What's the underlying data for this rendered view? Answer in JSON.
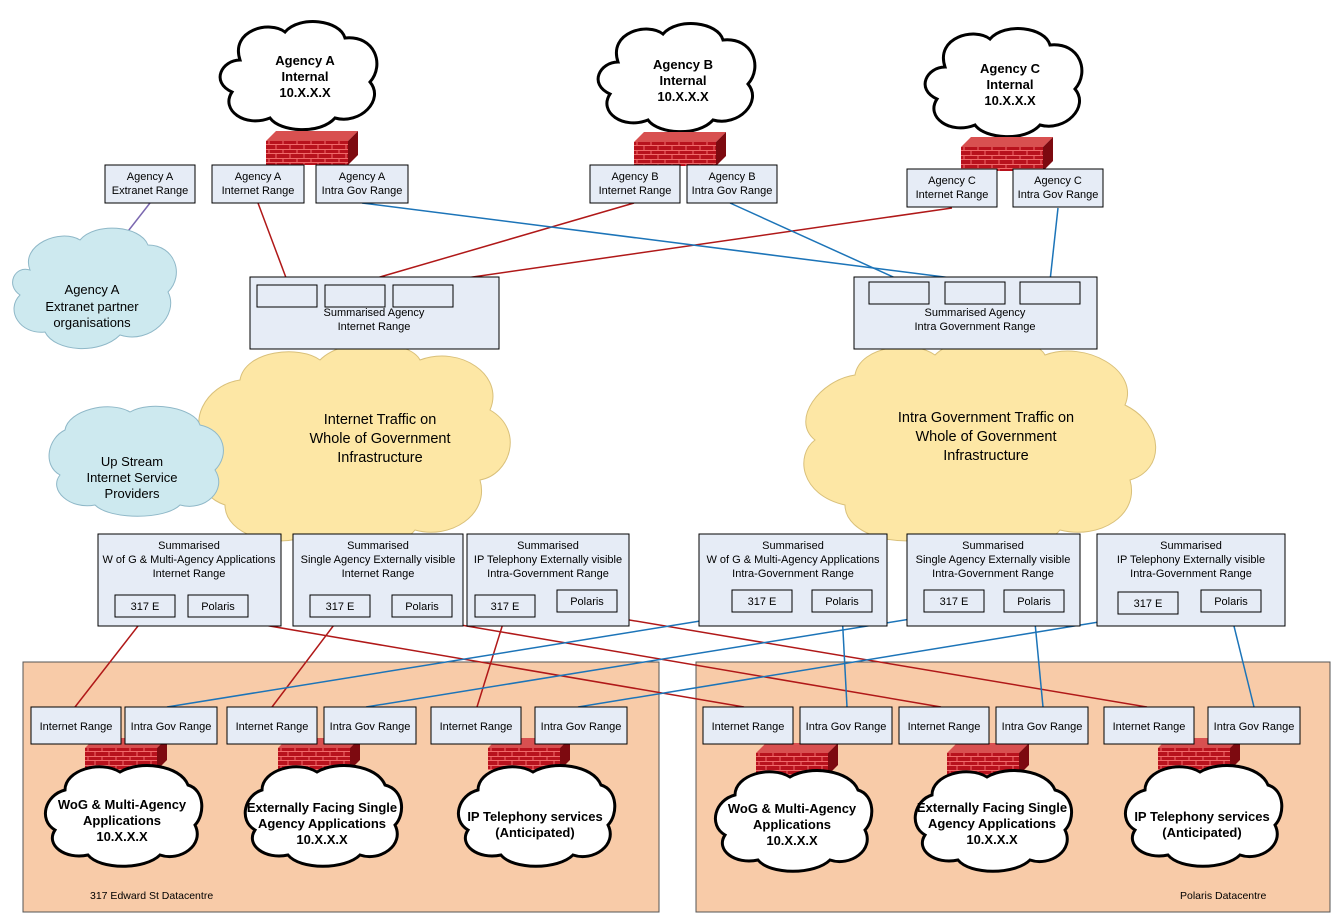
{
  "clouds_top": {
    "agency_a": {
      "name": "Agency A",
      "sub": "Internal",
      "net": "10.X.X.X"
    },
    "agency_b": {
      "name": "Agency B",
      "sub": "Internal",
      "net": "10.X.X.X"
    },
    "agency_c": {
      "name": "Agency C",
      "sub": "Internal",
      "net": "10.X.X.X"
    }
  },
  "agency_ranges": {
    "a_extranet": [
      "Agency A",
      "Extranet Range"
    ],
    "a_internet": [
      "Agency A",
      "Internet Range"
    ],
    "a_intragov": [
      "Agency A",
      "Intra Gov Range"
    ],
    "b_internet": [
      "Agency B",
      "Internet Range"
    ],
    "b_intragov": [
      "Agency B",
      "Intra Gov Range"
    ],
    "c_internet": [
      "Agency C",
      "Internet Range"
    ],
    "c_intragov": [
      "Agency C",
      "Intra Gov Range"
    ]
  },
  "extranet_cloud": [
    "Agency A",
    "Extranet partner",
    "organisations"
  ],
  "isp_cloud": [
    "Up Stream",
    "Internet Service",
    "Providers"
  ],
  "summary_internet": [
    "Summarised Agency",
    "Internet Range"
  ],
  "summary_intragov": [
    "Summarised Agency",
    "Intra Government  Range"
  ],
  "traffic_internet": [
    "Internet Traffic on",
    "Whole of Government",
    "Infrastructure"
  ],
  "traffic_intragov": [
    "Intra Government Traffic on",
    "Whole of Government",
    "Infrastructure"
  ],
  "summary_boxes": [
    {
      "lines": [
        "Summarised",
        "W of G & Multi-Agency Applications",
        "Internet Range"
      ]
    },
    {
      "lines": [
        "Summarised",
        "Single Agency Externally visible",
        "Internet Range"
      ]
    },
    {
      "lines": [
        "Summarised",
        "IP Telephony Externally visible",
        "Intra-Government Range"
      ]
    },
    {
      "lines": [
        "Summarised",
        "W of G & Multi-Agency Applications",
        "Intra-Government Range"
      ]
    },
    {
      "lines": [
        "Summarised",
        "Single Agency Externally visible",
        "Intra-Government Range"
      ]
    },
    {
      "lines": [
        "Summarised",
        "IP Telephony Externally visible",
        "Intra-Government Range"
      ]
    }
  ],
  "site_labels": {
    "e317": "317 E",
    "polaris": "Polaris"
  },
  "range_labels": {
    "internet": "Internet Range",
    "intragov": "Intra Gov Range"
  },
  "app_clouds": {
    "wog": [
      "WoG & Multi-Agency",
      "Applications",
      "10.X.X.X"
    ],
    "single": [
      "Externally Facing Single",
      "Agency Applications",
      "10.X.X.X"
    ],
    "ipt": [
      "IP Telephony services",
      "(Anticipated)"
    ]
  },
  "datacentres": {
    "left": "317 Edward St Datacentre",
    "right": "Polaris Datacentre"
  },
  "colors": {
    "red_line": "#b01818",
    "blue_line": "#1c74b8",
    "box_fill": "#e6ecf6",
    "dc_fill": "#f8cba8",
    "cloud_yellow": "#fde7a5",
    "cloud_cyan": "#cde9ef",
    "firewall": "#b8121d"
  }
}
